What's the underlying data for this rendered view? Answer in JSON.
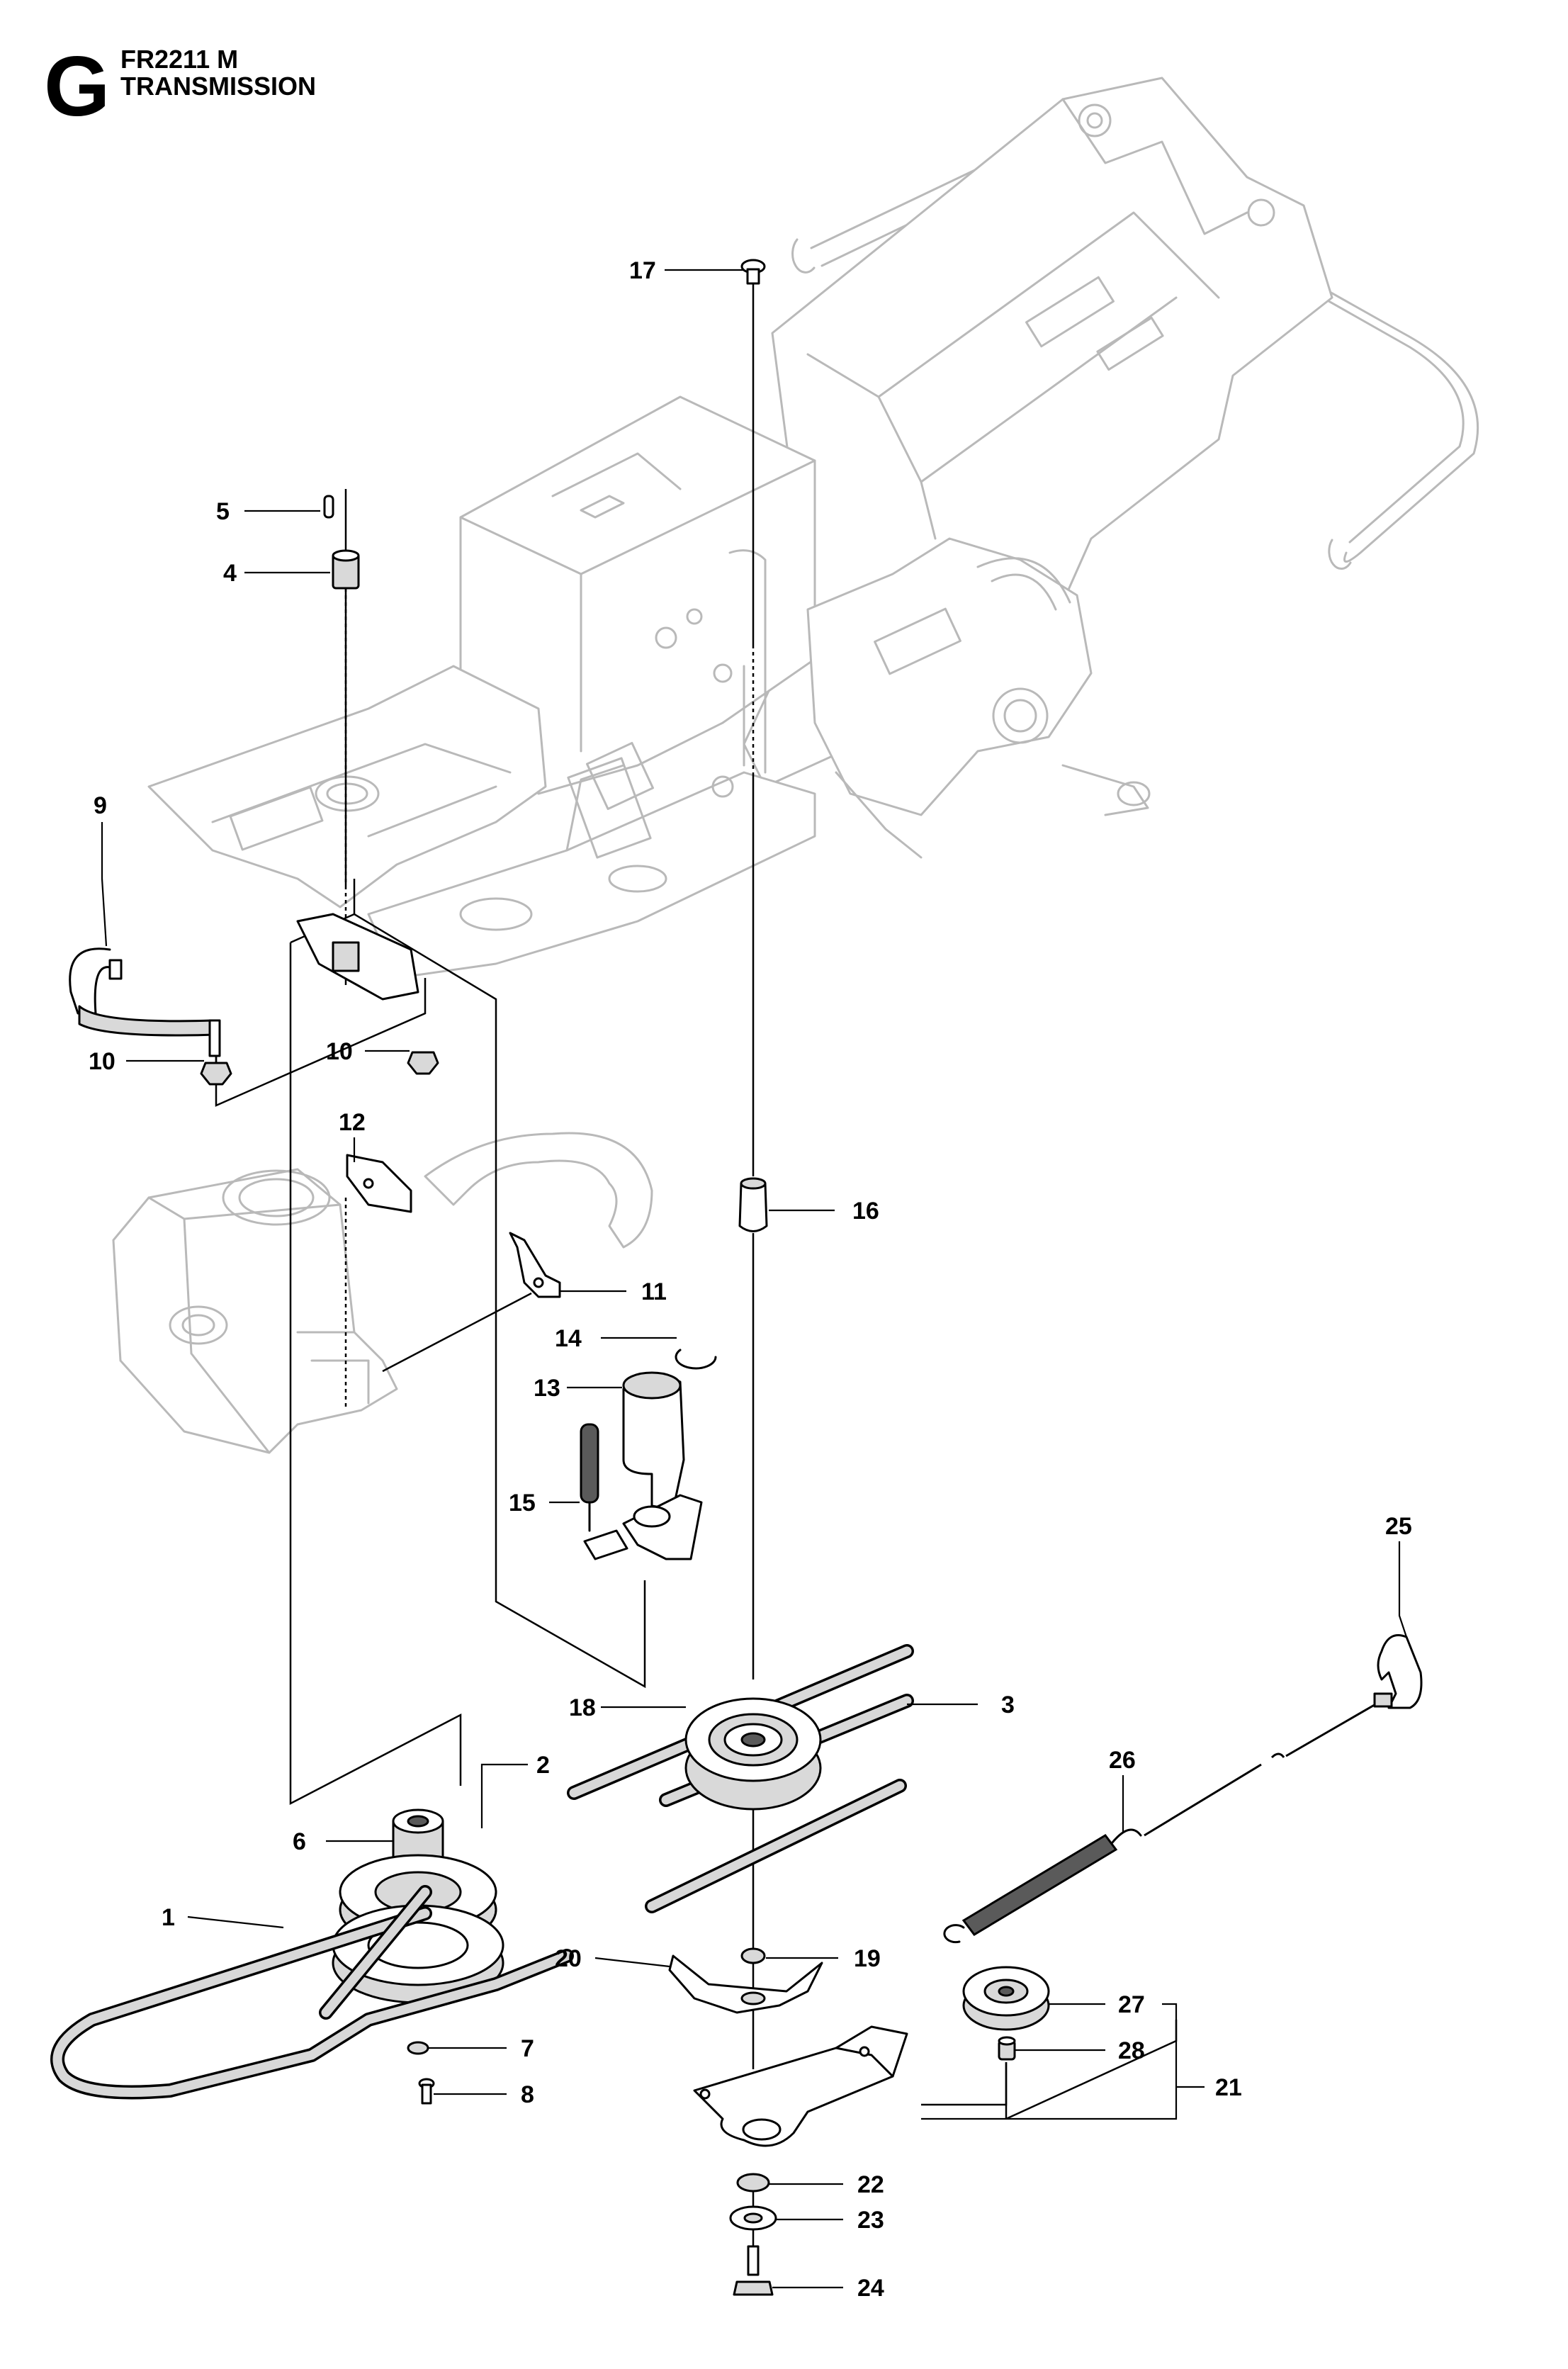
{
  "header": {
    "section_letter": "G",
    "model": "FR2211 M",
    "title": "TRANSMISSION"
  },
  "callouts": [
    {
      "id": "c17",
      "text": "17"
    },
    {
      "id": "c5",
      "text": "5"
    },
    {
      "id": "c4",
      "text": "4"
    },
    {
      "id": "c9",
      "text": "9"
    },
    {
      "id": "c10a",
      "text": "10"
    },
    {
      "id": "c10b",
      "text": "10"
    },
    {
      "id": "c12",
      "text": "12"
    },
    {
      "id": "c16",
      "text": "16"
    },
    {
      "id": "c11",
      "text": "11"
    },
    {
      "id": "c14",
      "text": "14"
    },
    {
      "id": "c13",
      "text": "13"
    },
    {
      "id": "c15",
      "text": "15"
    },
    {
      "id": "c25",
      "text": "25"
    },
    {
      "id": "c18",
      "text": "18"
    },
    {
      "id": "c3",
      "text": "3"
    },
    {
      "id": "c2",
      "text": "2"
    },
    {
      "id": "c26",
      "text": "26"
    },
    {
      "id": "c6",
      "text": "6"
    },
    {
      "id": "c1",
      "text": "1"
    },
    {
      "id": "c20",
      "text": "20"
    },
    {
      "id": "c19",
      "text": "19"
    },
    {
      "id": "c27",
      "text": "27"
    },
    {
      "id": "c28",
      "text": "28"
    },
    {
      "id": "c21",
      "text": "21"
    },
    {
      "id": "c7",
      "text": "7"
    },
    {
      "id": "c8",
      "text": "8"
    },
    {
      "id": "c22",
      "text": "22"
    },
    {
      "id": "c23",
      "text": "23"
    },
    {
      "id": "c24",
      "text": "24"
    }
  ]
}
